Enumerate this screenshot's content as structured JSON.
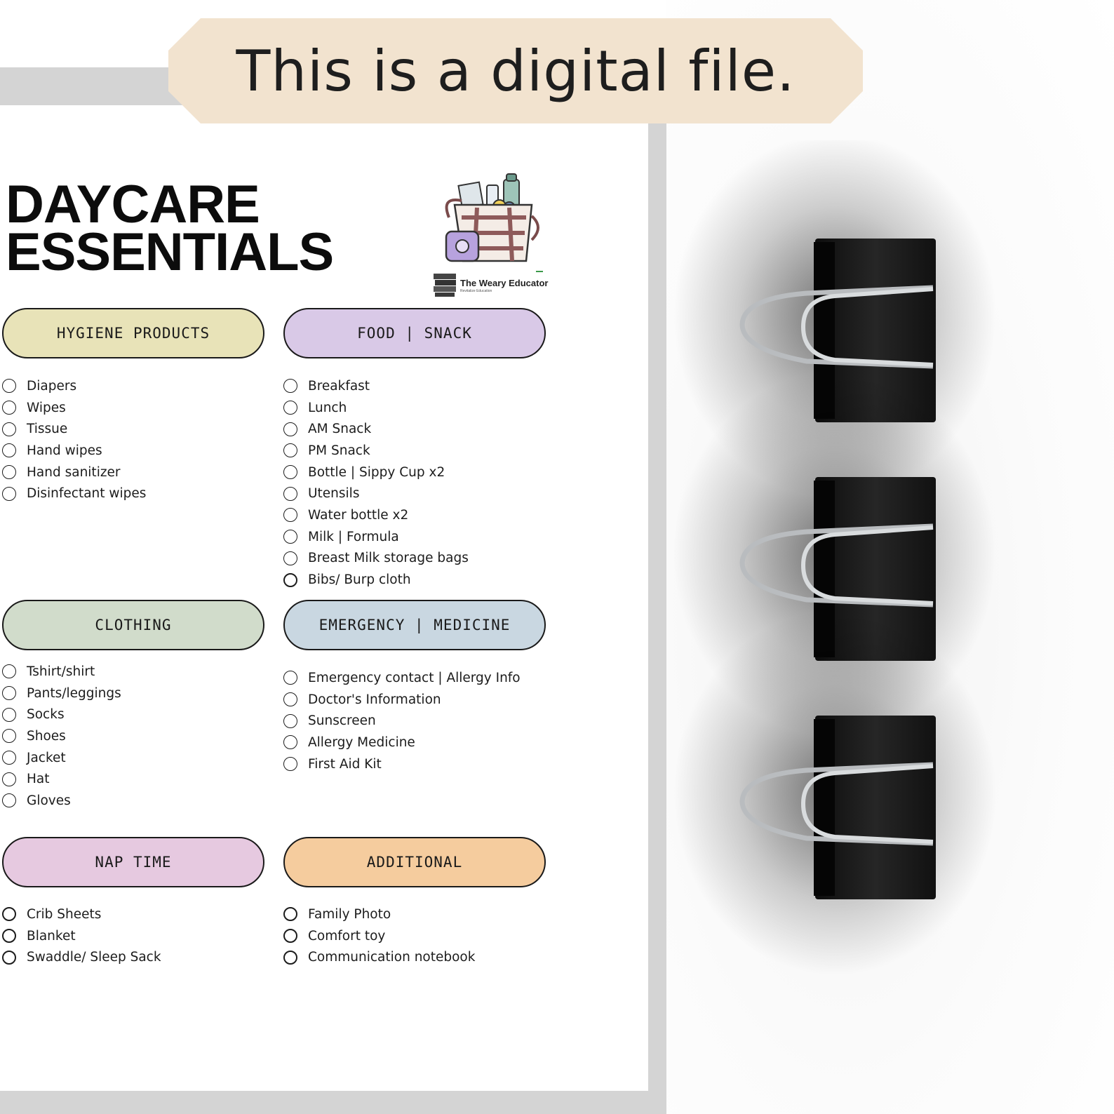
{
  "banner": {
    "text": "This is a digital file."
  },
  "title": {
    "line1": "DAYCARE",
    "line2": "ESSENTIALS"
  },
  "logo": {
    "name": "The Weary Educator",
    "tagline": "Revitalize Education"
  },
  "colors": {
    "banner": "#f2e3cf",
    "hygiene": "#e8e3b8",
    "food": "#d9c9e7",
    "clothing": "#d1dccb",
    "emergency": "#c9d7e1",
    "nap": "#e6c9e0",
    "additional": "#f5cc9e"
  },
  "sections": {
    "hygiene": {
      "heading": "HYGIENE PRODUCTS",
      "items": [
        "Diapers",
        "Wipes",
        "Tissue",
        "Hand wipes",
        "Hand sanitizer",
        "Disinfectant wipes"
      ]
    },
    "food": {
      "heading": "FOOD | SNACK",
      "items": [
        "Breakfast",
        "Lunch",
        "AM Snack",
        "PM Snack",
        "Bottle | Sippy Cup x2",
        "Utensils",
        "Water bottle x2",
        "Milk | Formula",
        "Breast Milk storage bags",
        "Bibs/ Burp cloth"
      ]
    },
    "clothing": {
      "heading": "CLOTHING",
      "items": [
        "Tshirt/shirt",
        "Pants/leggings",
        "Socks",
        "Shoes",
        "Jacket",
        "Hat",
        "Gloves"
      ]
    },
    "emergency": {
      "heading": "EMERGENCY | MEDICINE",
      "items": [
        "Emergency contact | Allergy Info",
        "Doctor's Information",
        "Sunscreen",
        "Allergy Medicine",
        "First Aid Kit"
      ]
    },
    "nap": {
      "heading": "NAP TIME",
      "items": [
        "Crib Sheets",
        "Blanket",
        "Swaddle/ Sleep Sack"
      ]
    },
    "additional": {
      "heading": "ADDITIONAL",
      "items": [
        "Family Photo",
        "Comfort toy",
        "Communication notebook"
      ]
    }
  }
}
